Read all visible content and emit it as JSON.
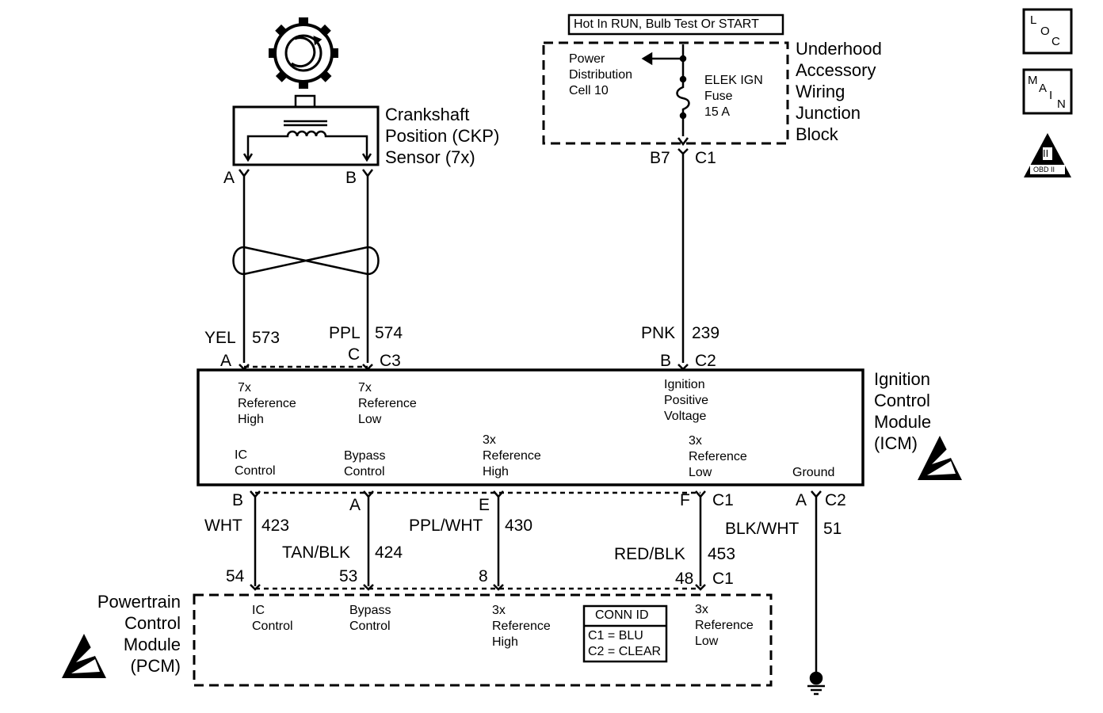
{
  "side_icons": {
    "loc": [
      "L",
      "O",
      "C"
    ],
    "main": [
      "M",
      "A",
      "I",
      "N"
    ],
    "obd": [
      "II",
      "OBD II"
    ]
  },
  "fuse_block": {
    "header": "Hot In RUN, Bulb Test Or START",
    "name": "Underhood\nAccessory\nWiring\nJunction\nBlock",
    "power_label": "Power\nDistribution\nCell 10",
    "fuse_label": "ELEK IGN\nFuse\n15 A",
    "pin": "B7",
    "conn": "C1"
  },
  "sensor": {
    "name": "Crankshaft\nPosition (CKP)\nSensor (7x)",
    "pin_a": "A",
    "pin_b": "B"
  },
  "wires_upper": [
    {
      "color": "YEL",
      "circuit": "573",
      "pin": "A"
    },
    {
      "color": "PPL",
      "circuit": "574",
      "pin": "C",
      "conn": "C3"
    },
    {
      "color": "PNK",
      "circuit": "239",
      "pin": "B",
      "conn": "C2"
    }
  ],
  "icm": {
    "name": "Ignition\nControl\nModule\n(ICM)",
    "labels": {
      "ref7_high": "7x\nReference\nHigh",
      "ref7_low": "7x\nReference\nLow",
      "ign_pos": "Ignition\nPositive\nVoltage",
      "ic": "IC\nControl",
      "bypass": "Bypass\nControl",
      "ref3_high": "3x\nReference\nHigh",
      "ref3_low": "3x\nReference\nLow",
      "ground": "Ground"
    }
  },
  "wires_lower": [
    {
      "icm_pin": "B",
      "color": "WHT",
      "circuit": "423",
      "pcm_pin": "54"
    },
    {
      "icm_pin": "A",
      "color": "TAN/BLK",
      "circuit": "424",
      "pcm_pin": "53"
    },
    {
      "icm_pin": "E",
      "color": "PPL/WHT",
      "circuit": "430",
      "pcm_pin": "8"
    },
    {
      "icm_pin": "F",
      "icm_conn": "C1",
      "color": "RED/BLK",
      "circuit": "453",
      "pcm_pin": "48",
      "pcm_conn": "C1"
    },
    {
      "icm_pin": "A",
      "icm_conn": "C2",
      "color": "BLK/WHT",
      "circuit": "51"
    }
  ],
  "pcm": {
    "name": "Powertrain\nControl\nModule\n(PCM)",
    "labels": {
      "ic": "IC\nControl",
      "bypass": "Bypass\nControl",
      "ref3_high": "3x\nReference\nHigh",
      "ref3_low": "3x\nReference\nLow"
    },
    "conn_id": {
      "title": "CONN ID",
      "c1": "C1 = BLU",
      "c2": "C2 = CLEAR"
    }
  }
}
